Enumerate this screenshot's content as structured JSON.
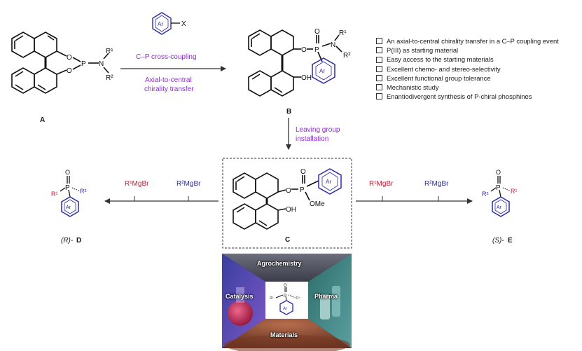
{
  "compounds": {
    "A": "A",
    "B": "B",
    "C": "C",
    "D_prefix": "(R)-",
    "D": "D",
    "E_prefix": "(S)-",
    "E": "E"
  },
  "reagent": {
    "ring": "Ar",
    "leaving": "X"
  },
  "steps": {
    "coupling": "C–P cross-coupling",
    "transfer_line1": "Axial-to-central",
    "transfer_line2": "chirality transfer",
    "leaving_line1": "Leaving group",
    "leaving_line2": "installation"
  },
  "grignard": {
    "left_first": "R¹MgBr",
    "left_second": "R²MgBr",
    "right_first": "R¹MgBr",
    "right_second": "R²MgBr"
  },
  "atoms": {
    "O": "O",
    "P": "P",
    "N": "N",
    "R1": "R¹",
    "R2": "R²",
    "OH": "OH",
    "OMe": "OMe",
    "Ar": "Ar"
  },
  "highlights": [
    "An axial-to-central chirality transfer in a C–P coupling event",
    "P(III) as starting material",
    "Easy access to the starting materials",
    "Excellent chemo- and stereo-selectivity",
    "Excellent functional group tolerance",
    "Mechanistic study",
    "Enantiodivergent synthesis of P-chiral phosphines"
  ],
  "applications": {
    "top": "Agrochemistry",
    "left": "Catalysis",
    "right": "Pharma",
    "bottom": "Materials"
  },
  "colors": {
    "purple": "#8e2bd6",
    "blue": "#2a2aa8",
    "red": "#c0203a"
  }
}
